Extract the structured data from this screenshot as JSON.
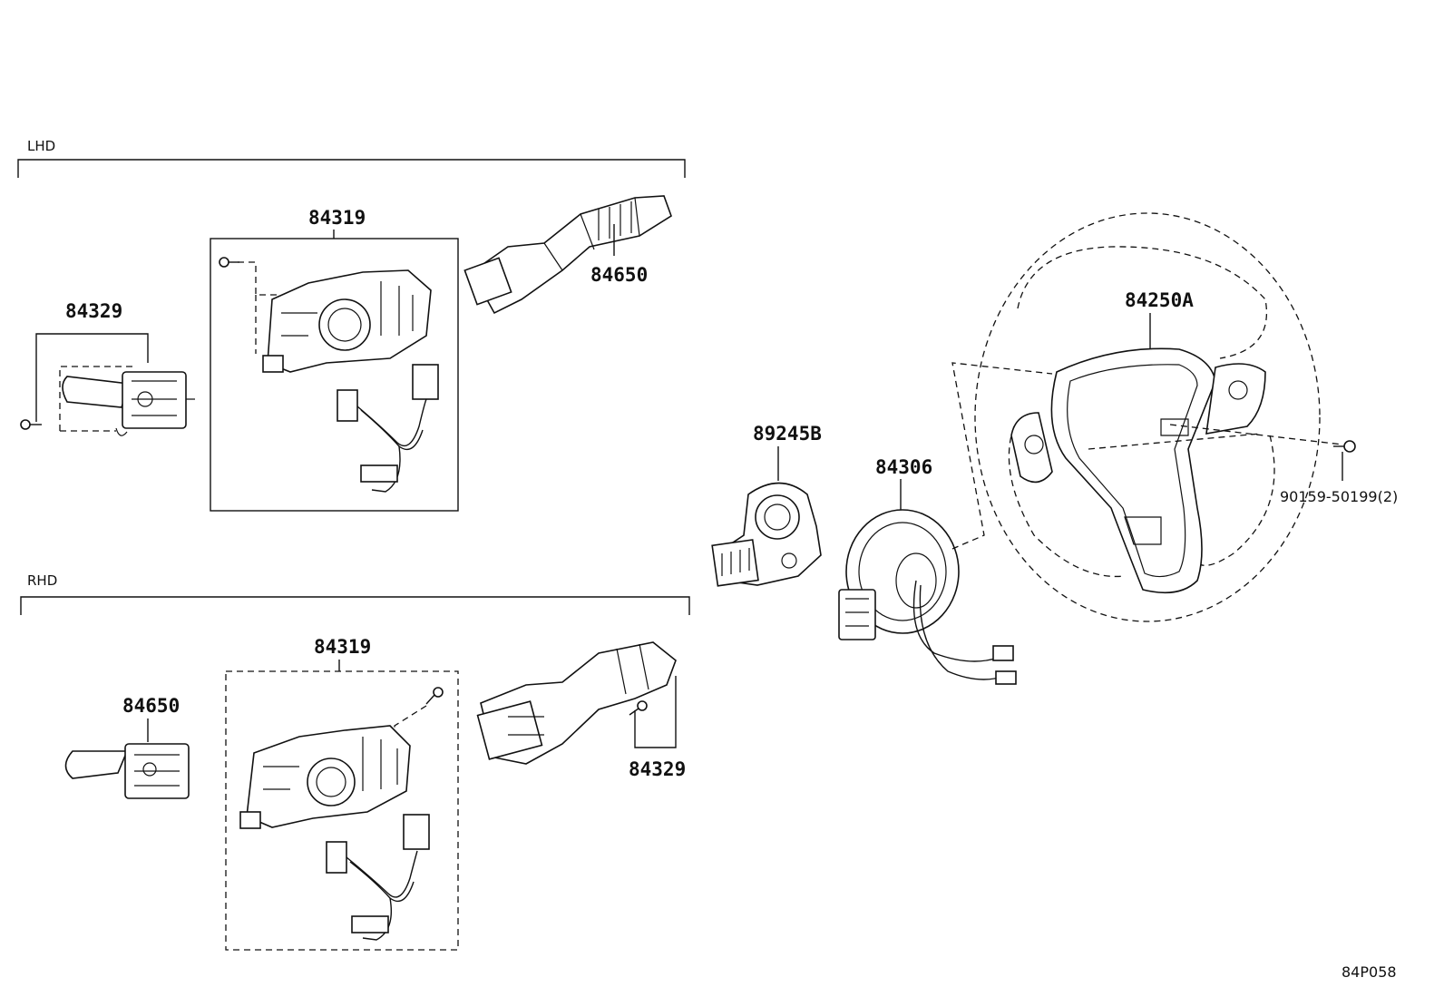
{
  "sections": {
    "lhd": "LHD",
    "rhd": "RHD"
  },
  "labels": {
    "lhd_84319": "84319",
    "lhd_84329": "84329",
    "lhd_84650": "84650",
    "rhd_84319": "84319",
    "rhd_84650": "84650",
    "rhd_84329": "84329",
    "sensor": "89245B",
    "spiral": "84306",
    "wheel_switch": "84250A",
    "screw": "90159-50199(2)"
  },
  "diagram_code": "84P058"
}
